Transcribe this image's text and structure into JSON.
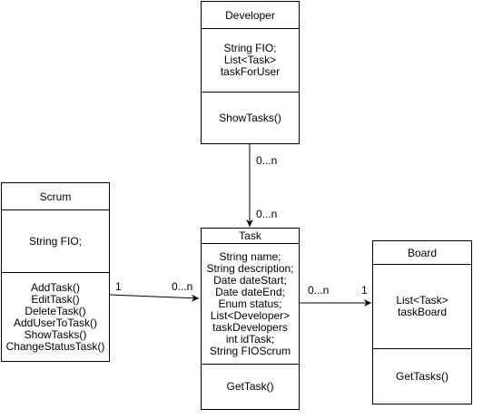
{
  "classes": {
    "developer": {
      "name": "Developer",
      "attributes": [
        "String FIO;",
        "List<Task>",
        "taskForUser"
      ],
      "methods": [
        "ShowTasks()"
      ]
    },
    "scrum": {
      "name": "Scrum",
      "attributes": [
        "String FIO;"
      ],
      "methods": [
        "AddTask()",
        "EditTask()",
        "DeleteTask()",
        "AddUserToTask()",
        "ShowTasks()",
        "ChangeStatusTask()"
      ]
    },
    "task": {
      "name": "Task",
      "attributes": [
        "String name;",
        "String description;",
        "Date dateStart;",
        "Date dateEnd;",
        "Enum status;",
        "List<Developer>",
        "taskDevelopers",
        "int idTask;",
        "String FIOScrum"
      ],
      "methods": [
        "GetTask()"
      ]
    },
    "board": {
      "name": "Board",
      "attributes": [
        "List<Task>",
        "taskBoard"
      ],
      "methods": [
        "GetTasks()"
      ]
    }
  },
  "relations": {
    "developer_task": {
      "source_mult": "0...n",
      "target_mult": "0...n"
    },
    "scrum_task": {
      "source_mult": "1",
      "target_mult": "0...n"
    },
    "task_board": {
      "source_mult": "0...n",
      "target_mult": "1"
    }
  }
}
